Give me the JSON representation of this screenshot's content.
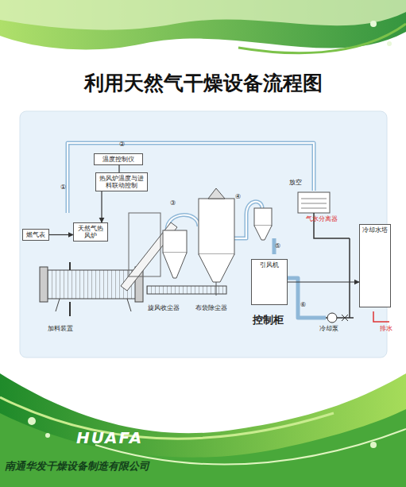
{
  "diagram": {
    "title": "利用天然气干燥设备流程图",
    "nodes": [
      {
        "text": [
          "温度控制仪"
        ]
      },
      {
        "text": [
          "热风炉温度与进料联动控制"
        ]
      },
      {
        "text": [
          "燃气表"
        ]
      },
      {
        "text": [
          "天然气热风炉"
        ]
      },
      {
        "text": [
          "引风机"
        ]
      },
      {
        "text": [
          "冷却水塔"
        ]
      }
    ],
    "edges": [
      {
        "from": 0,
        "to": 1,
        "arrow": "none"
      },
      {
        "from": 1,
        "to": 3,
        "arrow": "to"
      },
      {
        "from": 2,
        "to": 3,
        "arrow": "to"
      },
      {
        "from": 4,
        "to": 5,
        "arrow": "to"
      }
    ],
    "labels": [
      "①",
      "②",
      "③",
      "④",
      "⑤",
      "⑥",
      "加料装置",
      "旋风收尘器",
      "布袋除尘器",
      "控制柜",
      "放空",
      "气水分离器",
      "冷却泵",
      "排水",
      "HUAFA",
      "南通华发干燥设备制造有限公司"
    ]
  }
}
